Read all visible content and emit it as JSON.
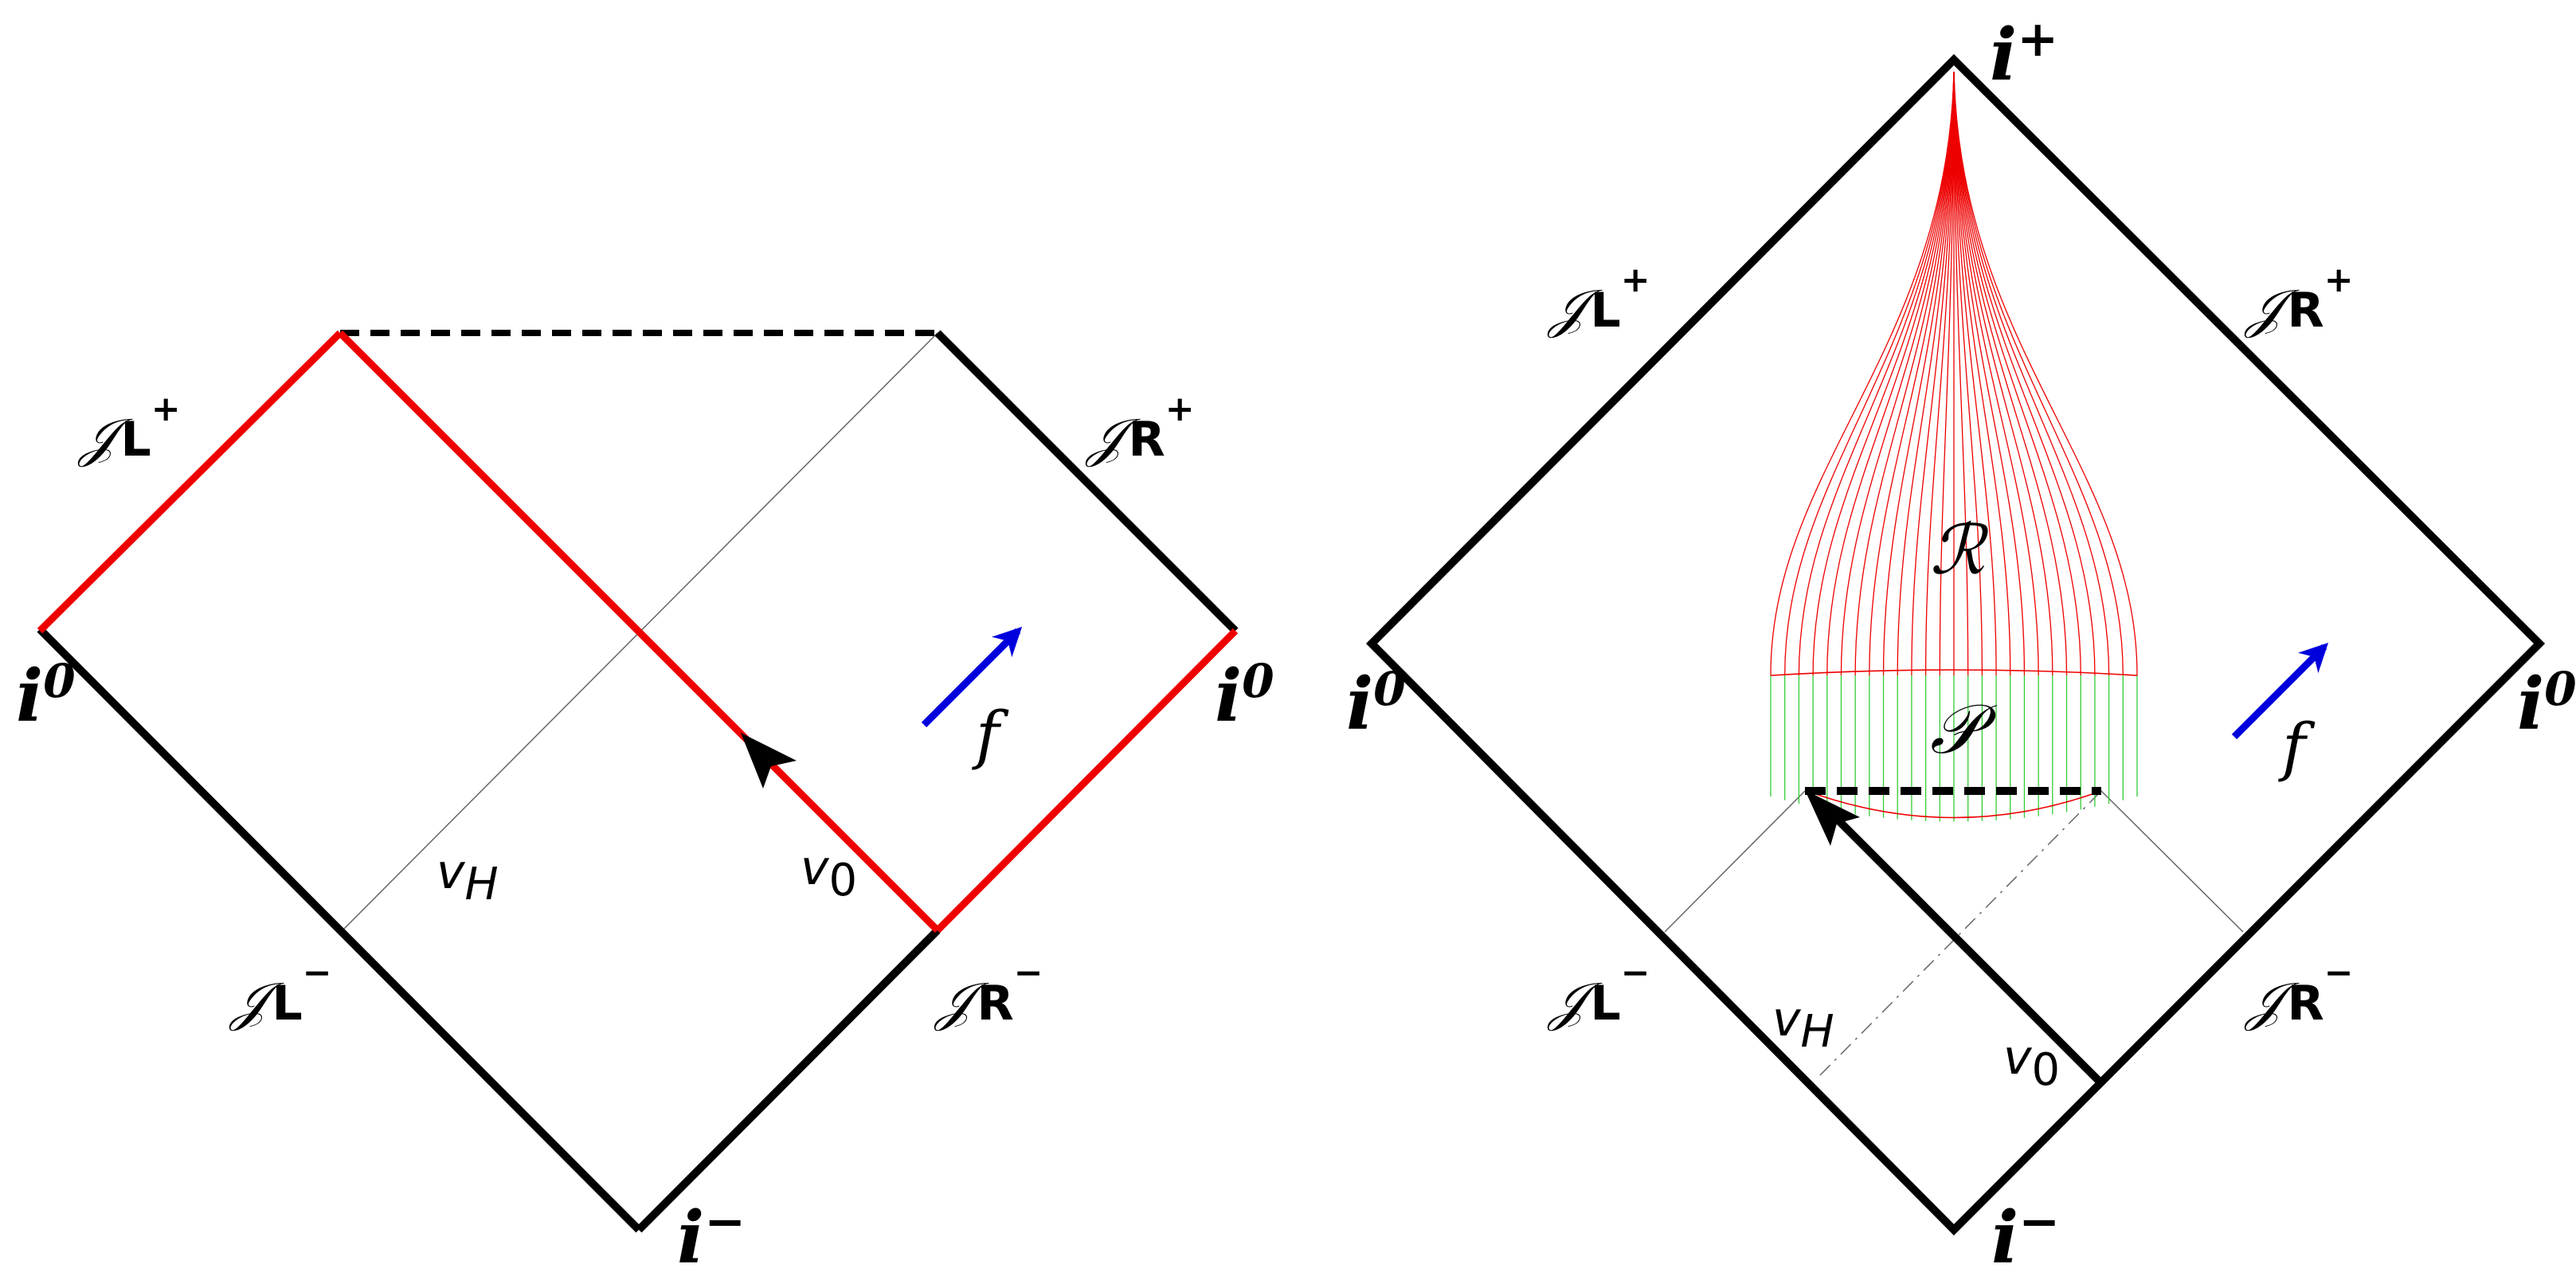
{
  "colors": {
    "ink": "#000000",
    "red": "#ee0000",
    "green": "#33cc33",
    "blue": "#0000dd",
    "thin": "#555555"
  },
  "left": {
    "i_zero_left": "i",
    "i_zero_left_sup": "0",
    "i_zero_right": "i",
    "i_zero_right_sup": "0",
    "i_minus": "i",
    "i_minus_sup": "−",
    "scri_L_plus": {
      "s": "𝒥",
      "sub": "L",
      "sup": "+"
    },
    "scri_R_plus": {
      "s": "𝒥",
      "sub": "R",
      "sup": "+"
    },
    "scri_L_minus": {
      "s": "𝒥",
      "sub": "L",
      "sup": "−"
    },
    "scri_R_minus": {
      "s": "𝒥",
      "sub": "R",
      "sup": "−"
    },
    "v_H": {
      "v": "v",
      "sub": "H"
    },
    "v_0": {
      "v": "v",
      "sub": "0"
    },
    "f": "f"
  },
  "right": {
    "i_plus": "i",
    "i_plus_sup": "+",
    "i_zero_left": "i",
    "i_zero_left_sup": "0",
    "i_zero_right": "i",
    "i_zero_right_sup": "0",
    "i_minus": "i",
    "i_minus_sup": "−",
    "scri_L_plus": {
      "s": "𝒥",
      "sub": "L",
      "sup": "+"
    },
    "scri_R_plus": {
      "s": "𝒥",
      "sub": "R",
      "sup": "+"
    },
    "scri_L_minus": {
      "s": "𝒥",
      "sub": "L",
      "sup": "−"
    },
    "scri_R_minus": {
      "s": "𝒥",
      "sub": "R",
      "sup": "−"
    },
    "region_R": "ℛ",
    "region_P": "𝒫",
    "v_H": {
      "v": "v",
      "sub": "H"
    },
    "v_0": {
      "v": "v",
      "sub": "0"
    },
    "f": "f"
  }
}
